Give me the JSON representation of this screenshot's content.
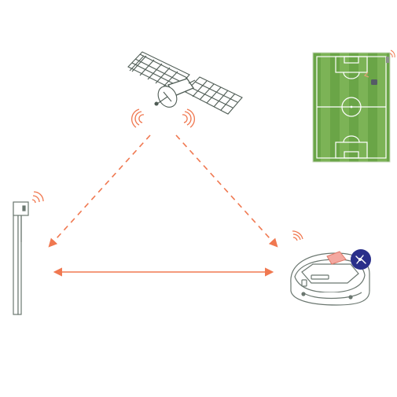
{
  "diagram": {
    "nodes": [
      {
        "id": "satellite",
        "icon": "satellite-icon"
      },
      {
        "id": "base_station",
        "icon": "base-station-pole-icon"
      },
      {
        "id": "robot_mower",
        "icon": "robot-lawn-mower-icon"
      },
      {
        "id": "mowing_area",
        "icon": "football-pitch-map-icon"
      }
    ],
    "connections": [
      {
        "from": "satellite",
        "to": "base_station",
        "style": "dashed"
      },
      {
        "from": "satellite",
        "to": "robot_mower",
        "style": "dashed"
      },
      {
        "from": "base_station",
        "to": "robot_mower",
        "style": "solid",
        "bidirectional": true
      }
    ],
    "badge_icon": "rtk-signal-icon"
  },
  "colors": {
    "accent": "#f07850",
    "line_art": "#6b7770",
    "pitch_green": "#7cb356",
    "pitch_green_stripe": "#6aa547",
    "badge": "#2a2f8a",
    "mower_cover": "#f4a8a0"
  }
}
